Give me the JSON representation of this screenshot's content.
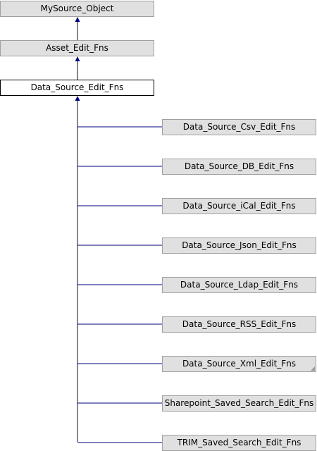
{
  "colors": {
    "edge": "#000080",
    "node_fill": "#e0e0e0",
    "node_border": "#a0a0a0",
    "current_fill": "#ffffff",
    "current_border": "#000000"
  },
  "nodes": {
    "mysource_object": "MySource_Object",
    "asset_edit_fns": "Asset_Edit_Fns",
    "data_source_edit_fns": "Data_Source_Edit_Fns"
  },
  "children": [
    "Data_Source_Csv_Edit_Fns",
    "Data_Source_DB_Edit_Fns",
    "Data_Source_iCal_Edit_Fns",
    "Data_Source_Json_Edit_Fns",
    "Data_Source_Ldap_Edit_Fns",
    "Data_Source_RSS_Edit_Fns",
    "Data_Source_Xml_Edit_Fns",
    "Sharepoint_Saved_Search_Edit_Fns",
    "TRIM_Saved_Search_Edit_Fns"
  ]
}
